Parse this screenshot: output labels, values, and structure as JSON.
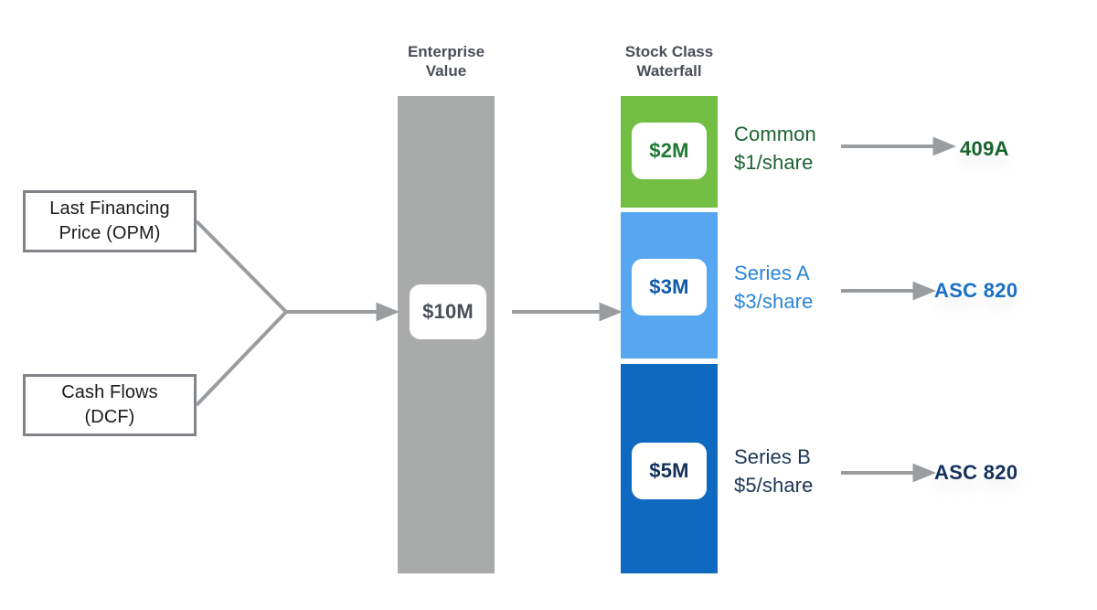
{
  "diagram": {
    "title": "Valuation flow: Enterprise Value to Stock Class Waterfall",
    "colors": {
      "line_gray": "#9a9da0",
      "column_gray": "#a9abab",
      "common_green": "#72bf44",
      "series_a_blue": "#56a6f0",
      "series_b_blue": "#1069c0",
      "header_text": "#494e57",
      "box_border": "#808488"
    }
  },
  "inputs": [
    {
      "id": "opm",
      "label": "Last Financing\nPrice (OPM)"
    },
    {
      "id": "dcf",
      "label": "Cash Flows\n(DCF)"
    }
  ],
  "headers": {
    "enterprise_value": "Enterprise\nValue",
    "stock_class_waterfall": "Stock Class\nWaterfall"
  },
  "enterprise_value": {
    "badge": "$10M",
    "amount_millions": 10
  },
  "stock_classes": [
    {
      "id": "common",
      "badge": "$2M",
      "amount_millions": 2,
      "label": "Common\n$1/share",
      "name": "Common",
      "price_per_share": "$1/share",
      "standard": "409A",
      "color": "#72bf44",
      "text_color": "#1b6330"
    },
    {
      "id": "series-a",
      "badge": "$3M",
      "amount_millions": 3,
      "label": "Series A\n$3/share",
      "name": "Series A",
      "price_per_share": "$3/share",
      "standard": "ASC 820",
      "color": "#56a6f0",
      "text_color": "#2a84d8"
    },
    {
      "id": "series-b",
      "badge": "$5M",
      "amount_millions": 5,
      "label": "Series B\n$5/share",
      "name": "Series B",
      "price_per_share": "$5/share",
      "standard": "ASC 820",
      "color": "#1069c0",
      "text_color": "#1c3557"
    }
  ],
  "standards": {
    "common": "409A",
    "series_a": "ASC 820",
    "series_b": "ASC 820"
  }
}
